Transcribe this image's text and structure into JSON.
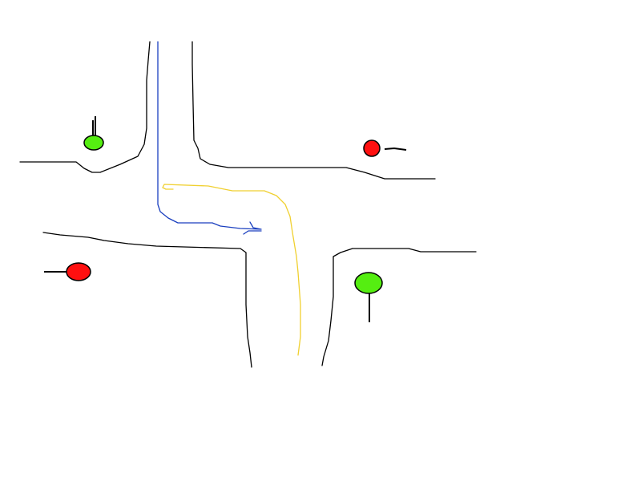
{
  "diagram": {
    "kind": "hand-drawn intersection",
    "colors": {
      "road": "#000000",
      "route_left_turn": "#1a3fbf",
      "route_right_turn": "#f0d030",
      "light_green": "#55ee11",
      "light_red": "#ff1010"
    },
    "traffic_lights": [
      {
        "corner": "top-left",
        "state": "green"
      },
      {
        "corner": "top-right",
        "state": "red"
      },
      {
        "corner": "bottom-left",
        "state": "red"
      },
      {
        "corner": "bottom-right",
        "state": "green"
      }
    ],
    "routes": [
      {
        "color": "blue",
        "description_icon": "arrow-icon"
      },
      {
        "color": "yellow",
        "description_icon": "arrow-icon"
      }
    ]
  }
}
